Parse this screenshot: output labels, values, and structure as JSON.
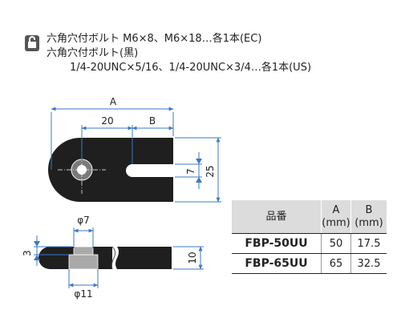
{
  "header": {
    "line1": "六角穴付ボルト M6×8、M6×18…各1本(EC)",
    "line2": "六角穴付ボルト(黒)",
    "line3": "1/4-20UNC×5/16、1/4-20UNC×3/4…各1本(US)",
    "icon": "lock-icon"
  },
  "dimensions": {
    "A": "A",
    "d20": "20",
    "B": "B",
    "d7": "7",
    "d25": "25",
    "phi7": "φ7",
    "d3": "3",
    "d10": "10",
    "phi11": "φ11"
  },
  "table": {
    "headers": [
      "品番",
      "A\n(mm)",
      "B\n(mm)"
    ],
    "header_cells": [
      {
        "text": "品番"
      },
      {
        "line1": "A",
        "line2": "(mm)"
      },
      {
        "line1": "B",
        "line2": "(mm)"
      }
    ],
    "rows": [
      [
        "FBP-50UU",
        "50",
        "17.5"
      ],
      [
        "FBP-65UU",
        "65",
        "32.5"
      ]
    ]
  },
  "colors": {
    "part": "#1f1f1f",
    "dimension": "#3a78c8",
    "table_header_bg": "#dcdcdc"
  }
}
